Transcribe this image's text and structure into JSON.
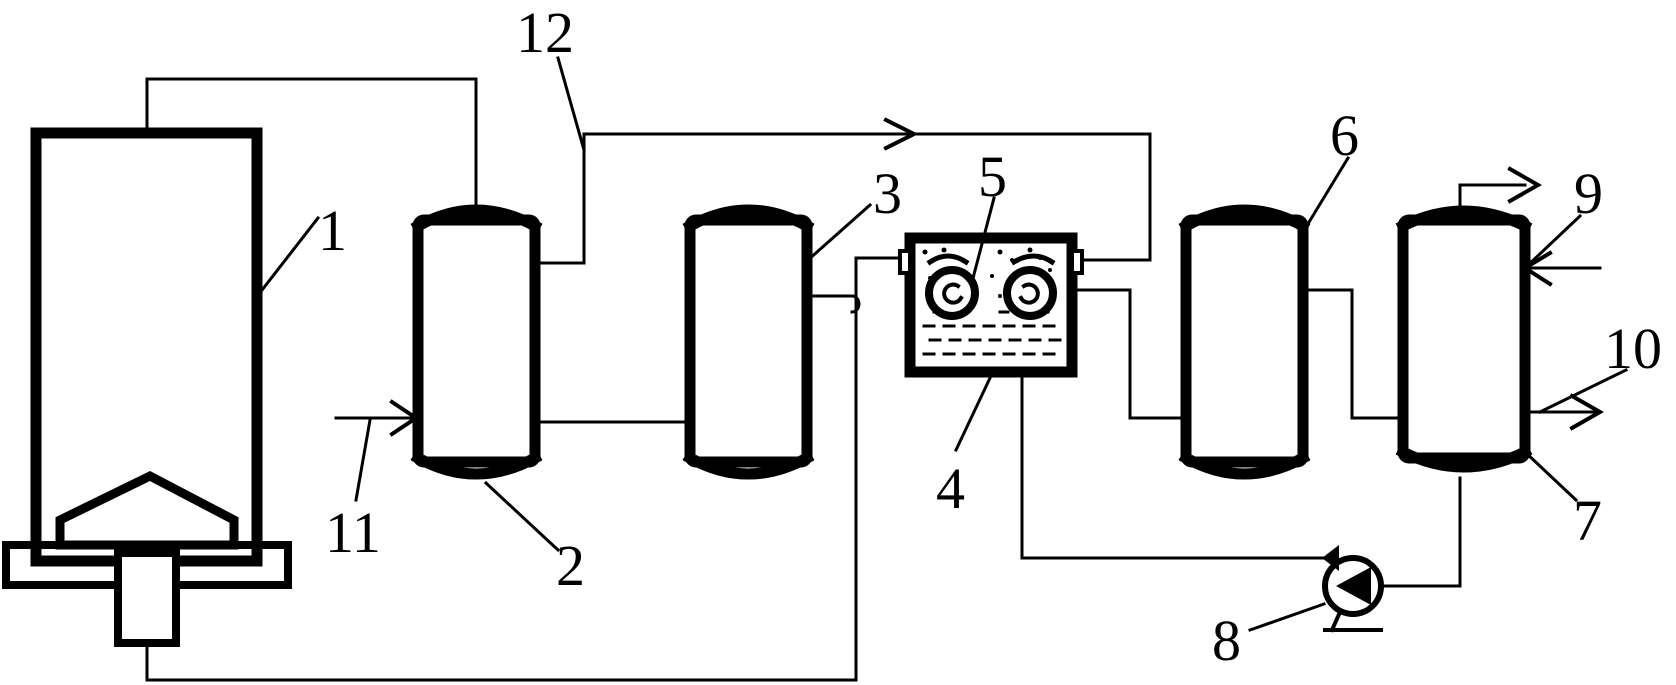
{
  "labels": {
    "l1": "1",
    "l2": "2",
    "l3": "3",
    "l4": "4",
    "l5": "5",
    "l6": "6",
    "l7": "7",
    "l8": "8",
    "l9": "9",
    "l10": "10",
    "l11": "11",
    "l12": "12"
  },
  "colors": {
    "ink": "#000000",
    "paper": "#ffffff"
  }
}
